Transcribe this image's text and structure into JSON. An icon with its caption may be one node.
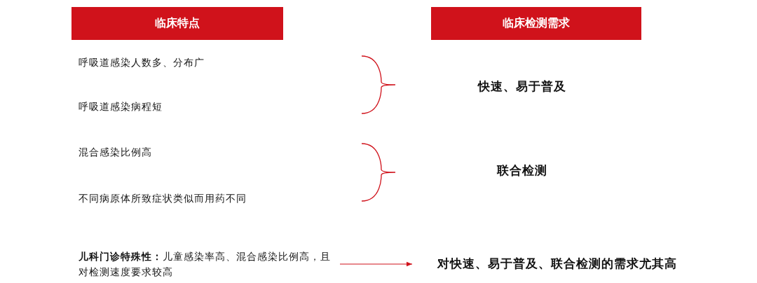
{
  "diagram": {
    "nodes": [
      {
        "text": [
          "临床特点"
        ]
      },
      {
        "text": [
          "临床检测需求"
        ]
      },
      {
        "text": [
          "呼吸道感染人数多、分布广"
        ]
      },
      {
        "text": [
          "呼吸道感染病程短"
        ]
      },
      {
        "text": [
          "混合感染比例高"
        ]
      },
      {
        "text": [
          "不同病原体所致症状类似而用药不同"
        ]
      },
      {
        "text": [
          "**儿科门诊特殊性：**儿童感染率高、混合感染比例高，且对检测速度要求较高"
        ]
      },
      {
        "text": [
          "快速、易于普及"
        ]
      },
      {
        "text": [
          "联合检测"
        ]
      },
      {
        "text": [
          "对快速、易于普及、联合检测的需求尤其高"
        ]
      }
    ],
    "edges": [
      {
        "from": 6,
        "to": 9,
        "arrow": "to"
      }
    ]
  }
}
